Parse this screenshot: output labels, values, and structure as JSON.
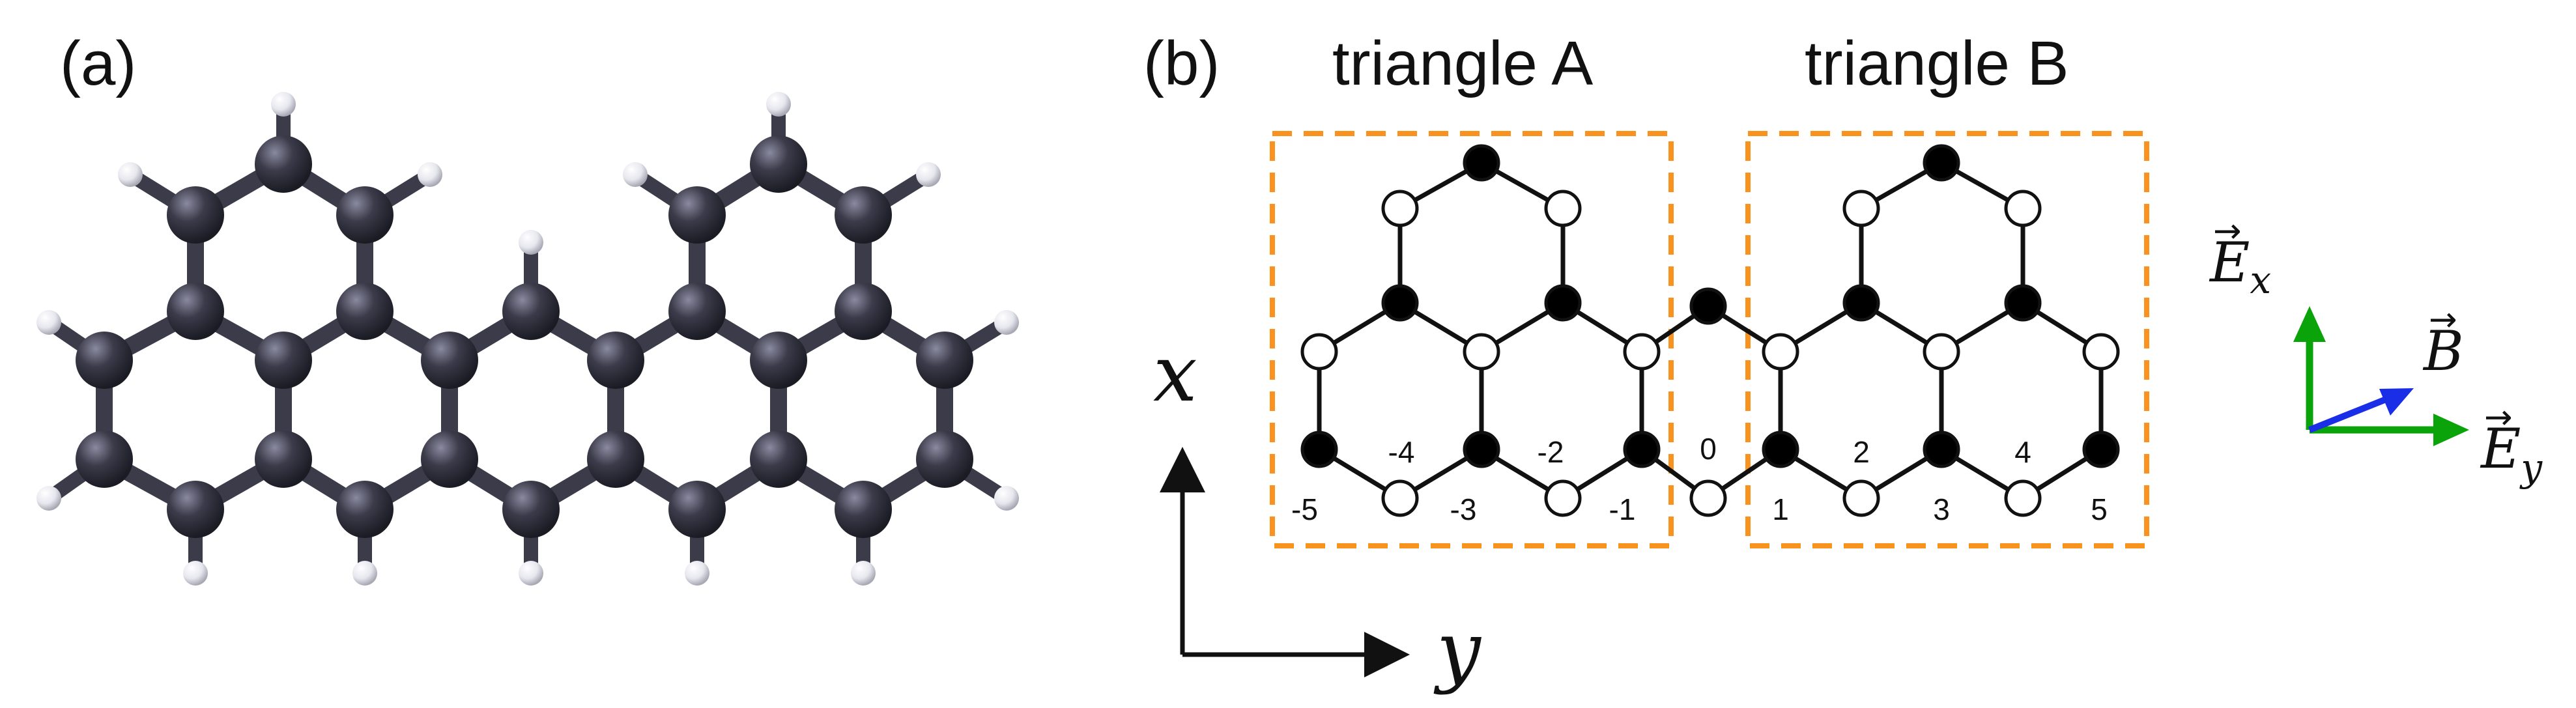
{
  "panels": {
    "a": {
      "label": "(a)"
    },
    "b": {
      "label": "(b)"
    }
  },
  "triangles": {
    "a": {
      "title": "triangle A"
    },
    "b": {
      "title": "triangle B"
    }
  },
  "site_labels": [
    "-5",
    "-4",
    "-3",
    "-2",
    "-1",
    "0",
    "1",
    "2",
    "3",
    "4",
    "5"
  ],
  "axes": {
    "x": "x",
    "y": "y"
  },
  "fields": {
    "ex": {
      "symbol": "E",
      "sub": "x"
    },
    "ey": {
      "symbol": "E",
      "sub": "y"
    },
    "b": {
      "symbol": "B"
    }
  },
  "colors": {
    "box_dash": "#f7931e",
    "field_e": "#0aa30a",
    "field_b": "#1a2ee8",
    "carbon": "#3b3b4a",
    "hydrogen": "#f2f2f6",
    "bond": "#3b3b4a",
    "filled_site": "#000000",
    "open_site": "#ffffff"
  }
}
